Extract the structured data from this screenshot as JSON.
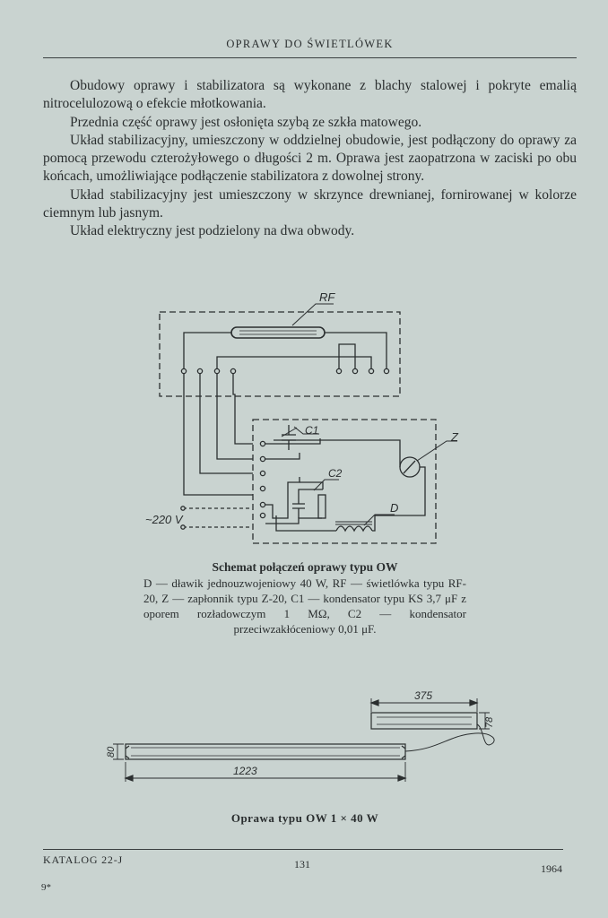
{
  "header": {
    "running_title": "OPRAWY DO ŚWIETLÓWEK"
  },
  "body": {
    "paragraphs": [
      "Obudowy oprawy i stabilizatora są wykonane z blachy stalowej i pokryte emalią nitrocelulozową o efekcie młotkowania.",
      "Przednia część oprawy jest osłonięta szybą ze szkła matowego.",
      "Układ stabilizacyjny, umieszczony w oddzielnej obudowie, jest podłączony do oprawy za pomocą przewodu czterożyłowego o długości 2 m. Oprawa jest zaopatrzona w zaciski po obu końcach, umożliwiające podłączenie stabilizatora z dowolnej strony.",
      "Układ stabilizacyjny jest umieszczony w skrzynce drewnianej, fornirowanej w kolorze ciemnym lub jasnym.",
      "Układ elektryczny jest podzielony na dwa obwody."
    ]
  },
  "schematic": {
    "labels": {
      "rf": "RF",
      "c1": "C1",
      "c2": "C2",
      "z": "Z",
      "d": "D",
      "voltage": "~220 V"
    }
  },
  "caption1": {
    "title": "Schemat połączeń oprawy typu OW",
    "body": "D — dławik jednouzwojeniowy 40 W, RF — świetlówka typu RF-20, Z — zapłonnik typu Z-20, C1 — kondensator typu KS 3,7 μF z oporem rozładowczym 1 MΩ, C2 — kondensator przeciwzakłóceniowy 0,01 μF."
  },
  "dimension_drawing": {
    "dims": {
      "length": "1223",
      "height": "80",
      "stab_length": "375",
      "stab_height": "78"
    }
  },
  "caption2": {
    "text": "Oprawa typu OW 1 × 40 W"
  },
  "footer": {
    "catalog": "KATALOG 22-J",
    "page_number": "131",
    "year": "1964",
    "signature": "9*"
  }
}
